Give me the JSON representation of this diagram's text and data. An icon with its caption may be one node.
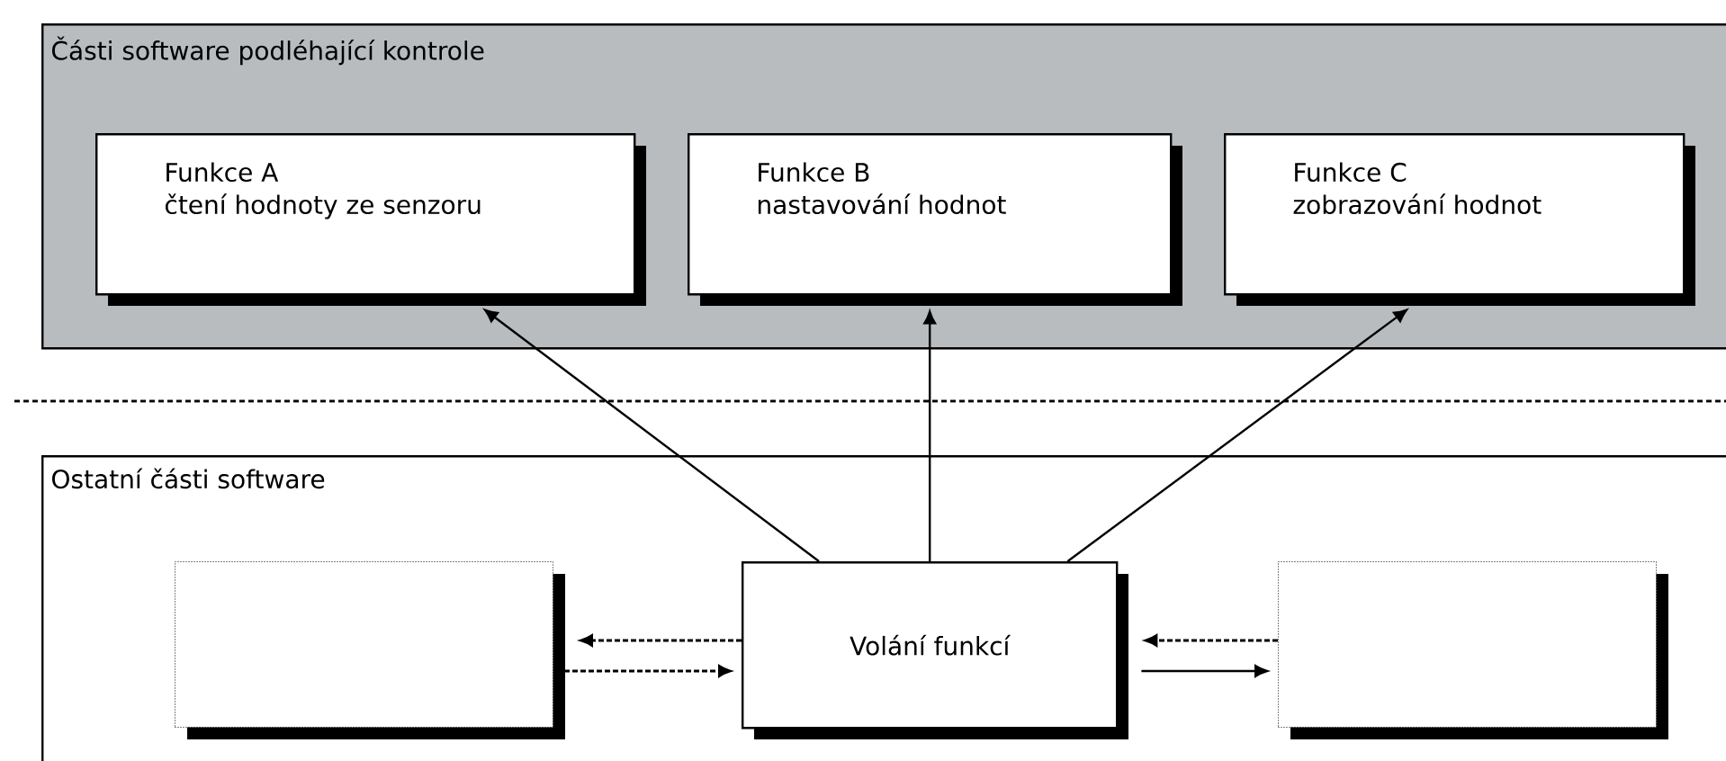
{
  "diagram": {
    "nodes": [
      {
        "text": [
          "Části software podléhající kontrole"
        ]
      },
      {
        "text": [
          "Funkce A",
          "čtení hodnoty ze senzoru"
        ],
        "in": 0
      },
      {
        "text": [
          "Funkce B",
          "nastavování hodnot"
        ],
        "in": 0
      },
      {
        "text": [
          "Funkce C",
          "zobrazování hodnot"
        ],
        "in": 0
      },
      {
        "text": [
          "Ostatní části software"
        ]
      },
      {
        "text": [],
        "shape": "box",
        "in": 4
      },
      {
        "text": [
          "Volání funkcí"
        ],
        "in": 4
      },
      {
        "text": [],
        "shape": "box",
        "in": 4
      }
    ],
    "edges": [
      {
        "from": 6,
        "to": 1,
        "arrow": "to"
      },
      {
        "from": 6,
        "to": 2,
        "arrow": "to"
      },
      {
        "from": 6,
        "to": 3,
        "arrow": "to"
      },
      {
        "from": 6,
        "to": 5,
        "arrow": "to",
        "style": "dashed"
      },
      {
        "from": 5,
        "to": 6,
        "arrow": "to",
        "style": "dashed"
      },
      {
        "from": 6,
        "to": 7,
        "arrow": "to"
      },
      {
        "from": 7,
        "to": 6,
        "arrow": "to",
        "style": "dashed"
      }
    ]
  }
}
